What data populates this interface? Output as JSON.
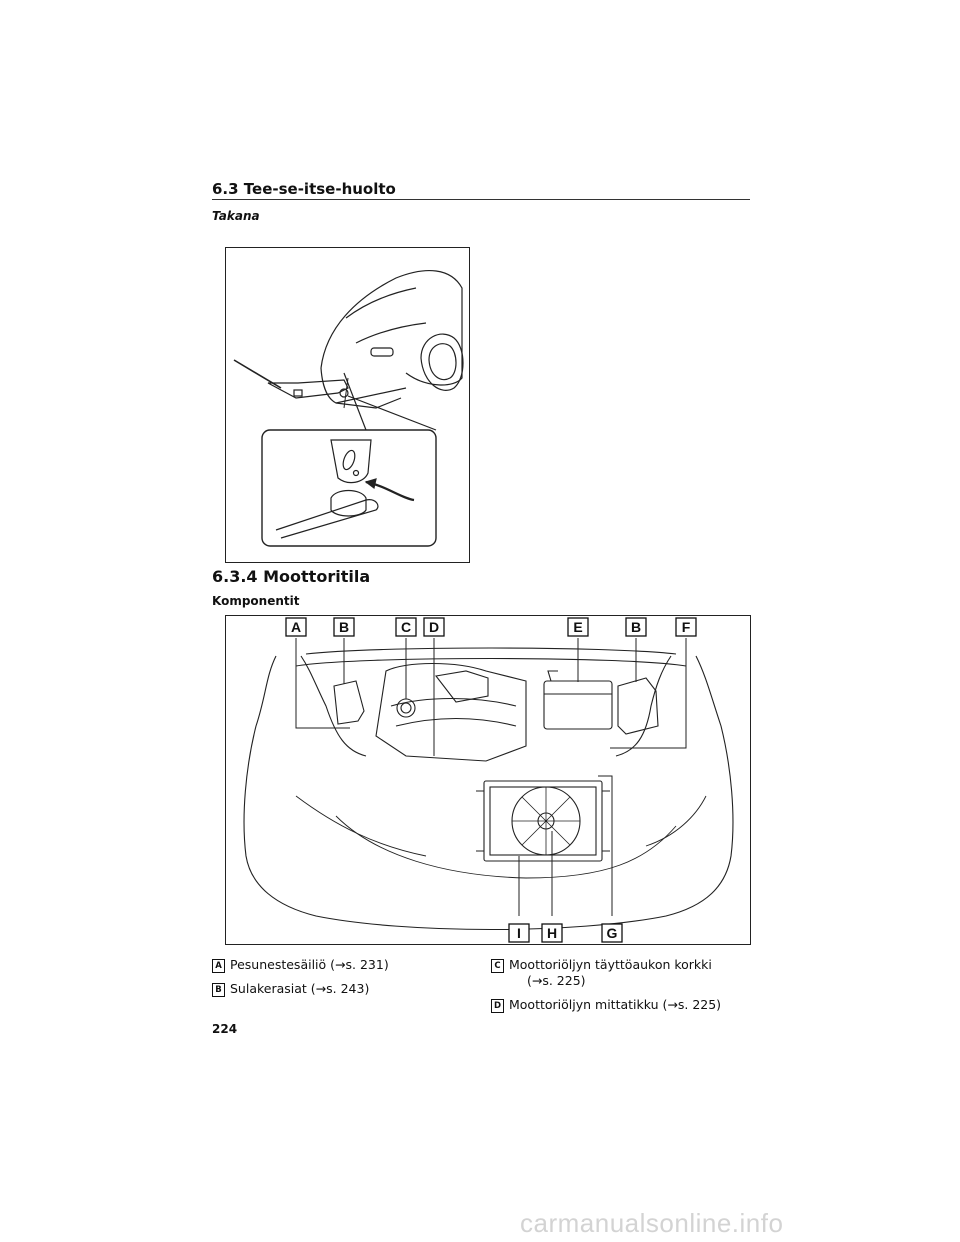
{
  "header": {
    "section": "6.3 Tee-se-itse-huolto"
  },
  "subsection_rear": "Takana",
  "section_title": "6.3.4 Moottoritila",
  "components_heading": "Komponentit",
  "callouts": {
    "top": [
      "A",
      "B",
      "C",
      "D",
      "E",
      "B",
      "F"
    ],
    "bottom": [
      "I",
      "H",
      "G"
    ]
  },
  "legend": {
    "left": [
      {
        "letter": "A",
        "text": "Pesunestesäiliö (→s. 231)"
      },
      {
        "letter": "B",
        "text": "Sulakerasiat (→s. 243)"
      }
    ],
    "right": [
      {
        "letter": "C",
        "text": "Moottoriöljyn täyttöaukon korkki",
        "text2": "(→s. 225)"
      },
      {
        "letter": "D",
        "text": "Moottoriöljyn mittatikku (→s. 225)"
      }
    ]
  },
  "page_number": "224",
  "watermark": "carmanualsonline.info"
}
